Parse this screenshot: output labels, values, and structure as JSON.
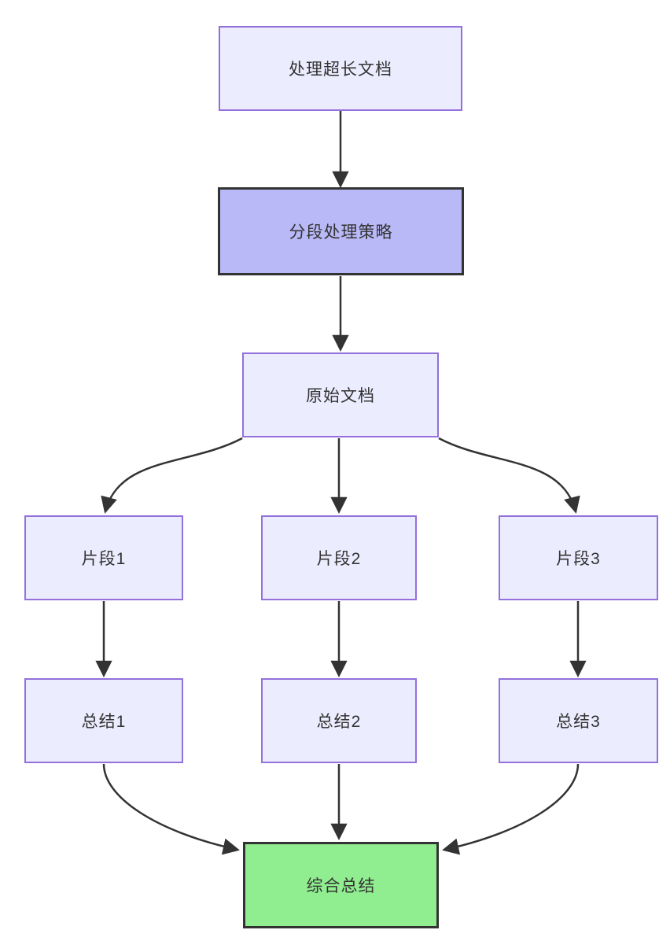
{
  "diagram": {
    "type": "flowchart",
    "direction": "top-down",
    "background": "#ffffff",
    "colors": {
      "default_node_fill": "#ECECFF",
      "default_node_border": "#9370DB",
      "strategy_node_fill": "#B9B9F8",
      "final_node_fill": "#90EE90",
      "highlight_node_border": "#333333",
      "edge": "#333333",
      "text": "#333333"
    },
    "nodes": [
      {
        "id": "doc",
        "label": "处理超长文档",
        "style": "default"
      },
      {
        "id": "strategy",
        "label": "分段处理策略",
        "style": "purple-highlight"
      },
      {
        "id": "original",
        "label": "原始文档",
        "style": "default"
      },
      {
        "id": "chunk1",
        "label": "片段1",
        "style": "default"
      },
      {
        "id": "chunk2",
        "label": "片段2",
        "style": "default"
      },
      {
        "id": "chunk3",
        "label": "片段3",
        "style": "default"
      },
      {
        "id": "summary1",
        "label": "总结1",
        "style": "default"
      },
      {
        "id": "summary2",
        "label": "总结2",
        "style": "default"
      },
      {
        "id": "summary3",
        "label": "总结3",
        "style": "default"
      },
      {
        "id": "final",
        "label": "综合总结",
        "style": "green-highlight"
      }
    ],
    "edges": [
      {
        "from": "doc",
        "to": "strategy"
      },
      {
        "from": "strategy",
        "to": "original"
      },
      {
        "from": "original",
        "to": "chunk1"
      },
      {
        "from": "original",
        "to": "chunk2"
      },
      {
        "from": "original",
        "to": "chunk3"
      },
      {
        "from": "chunk1",
        "to": "summary1"
      },
      {
        "from": "chunk2",
        "to": "summary2"
      },
      {
        "from": "chunk3",
        "to": "summary3"
      },
      {
        "from": "summary1",
        "to": "final"
      },
      {
        "from": "summary2",
        "to": "final"
      },
      {
        "from": "summary3",
        "to": "final"
      }
    ]
  }
}
